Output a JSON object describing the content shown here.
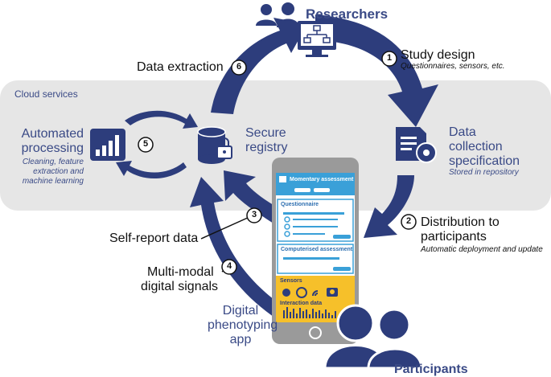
{
  "researchers": "Researchers",
  "participants": "Participants",
  "cloud_label": "Cloud services",
  "steps": {
    "s1": {
      "num": "1",
      "title": "Study design",
      "sub": "Questionnaires, sensors, etc."
    },
    "s2": {
      "num": "2",
      "title1": "Distribution to",
      "title2": "participants",
      "sub": "Automatic deployment and update"
    },
    "s3": {
      "num": "3",
      "title": "Self-report data"
    },
    "s4": {
      "num": "4",
      "title1": "Multi-modal",
      "title2": "digital signals"
    },
    "s5": {
      "num": "5"
    },
    "s6": {
      "num": "6",
      "title": "Data extraction"
    }
  },
  "automated": {
    "title1": "Automated",
    "title2": "processing",
    "sub1": "Cleaning, feature",
    "sub2": "extraction and",
    "sub3": "machine learning"
  },
  "registry": {
    "title1": "Secure",
    "title2": "registry"
  },
  "spec": {
    "title1": "Data",
    "title2": "collection",
    "title3": "specification",
    "sub": "Stored in repository"
  },
  "app": {
    "title1": "Digital",
    "title2": "phenotyping",
    "title3": "app"
  },
  "phone": {
    "momentary": "Momentary assessment",
    "questionnaire": "Questionnaire",
    "computerised": "Computerised assessment",
    "sensors": "Sensors",
    "interaction": "Interaction data"
  },
  "colors": {
    "navy": "#2d3d7c",
    "lightblue": "#3aa0d8",
    "yellow": "#f6c02a",
    "cloud": "#e6e6e6"
  }
}
